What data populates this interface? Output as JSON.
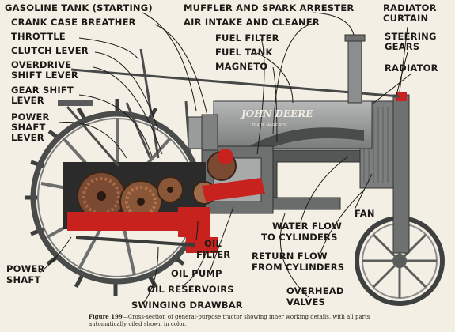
{
  "labels": {
    "gasoline_tank": "GASOLINE TANK (STARTING)",
    "crank_case_breather": "CRANK CASE BREATHER",
    "throttle": "THROTTLE",
    "clutch_lever": "CLUTCH LEVER",
    "overdrive_shift_lever_1": "OVERDRIVE",
    "overdrive_shift_lever_2": "SHIFT LEVER",
    "gear_shift_lever_1": "GEAR SHIFT",
    "gear_shift_lever_2": "LEVER",
    "power_shaft_lever_1": "POWER",
    "power_shaft_lever_2": "SHAFT",
    "power_shaft_lever_3": "LEVER",
    "muffler_spark_arrester": "MUFFLER AND SPARK ARRESTER",
    "air_intake_cleaner": "AIR INTAKE AND CLEANER",
    "fuel_filter": "FUEL FILTER",
    "fuel_tank": "FUEL TANK",
    "magneto": "MAGNETO",
    "radiator_curtain_1": "RADIATOR",
    "radiator_curtain_2": "CURTAIN",
    "steering_gears_1": "STEERING",
    "steering_gears_2": "GEARS",
    "radiator": "RADIATOR",
    "fan": "FAN",
    "water_flow_1": "WATER FLOW",
    "water_flow_2": "TO CYLINDERS",
    "return_flow_1": "RETURN FLOW",
    "return_flow_2": "FROM CYLINDERS",
    "overhead_valves_1": "OVERHEAD",
    "overhead_valves_2": "VALVES",
    "oil_filter_1": "OIL",
    "oil_filter_2": "FILTER",
    "oil_pump": "OIL PUMP",
    "oil_reservoirs": "OIL RESERVOIRS",
    "swinging_drawbar": "SWINGING DRAWBAR",
    "power_shaft_1": "POWER",
    "power_shaft_2": "SHAFT"
  },
  "hood_brand_1": "JOHN DEERE",
  "hood_brand_2": "TRADE MARK REG",
  "caption": {
    "figure": "Figure 199",
    "text": "—Cross-section of general-purpose tractor showing inner working details, with all parts automatically oiled shown in color."
  },
  "colors": {
    "oil_red": "#c8221e",
    "gear_brown": "#7a4a32",
    "metal_gray": "#8b8d8e",
    "background": "#f4efe4"
  }
}
